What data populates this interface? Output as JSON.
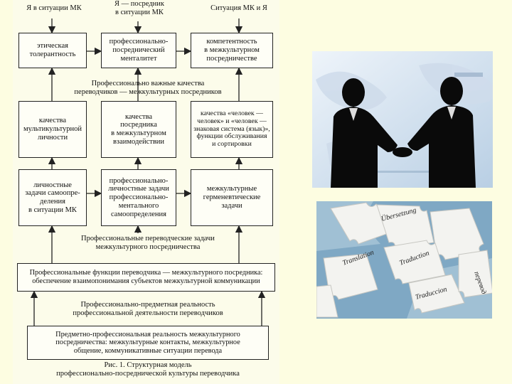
{
  "diagram": {
    "col_headers": [
      "Я в ситуации МК",
      "Я — посредник\nв ситуации МК",
      "Ситуация МК и Я"
    ],
    "row1": [
      "этическая\nтолерантность",
      "профессионально-\nпосреднический\nменталитет",
      "компетентность\nв межкультурном\nпосредничестве"
    ],
    "label1": "Профессионально важные качества\nпереводчиков — межкультурных посредников",
    "row2": [
      "качества\nмультикультурной\nличности",
      "качества\nпосредника\nв межкультурном\nвзаимодействии",
      "качества «человек —\nчеловек» и «человек —\nзнаковая система (язык)»,\nфункции обслуживания\nи сортировки"
    ],
    "row3": [
      "личностные\nзадачи самоопре-\nделения\nв ситуации МК",
      "профессионально-\nличностные задачи\nпрофессионально-\nментального\nсамоопределения",
      "межкультурные\nгерменевтические\nзадачи"
    ],
    "label2": "Профессиональные переводческие задачи\nмежкультурного посредничества",
    "functions_box": "Профессиональные функции переводчика — межкультурного посредника:\nобеспечение взаимопонимания субъектов межкультурной коммуникации",
    "label3": "Профессионально-предметная реальность\nпрофессиональной деятельности переводчиков",
    "reality_box": "Предметно-профессиональная реальность межкультурного\nпосредничества: межкультурные контакты, межкультурное\nобщение, коммуникативные ситуации перевода",
    "caption": "Рис. 1. Структурная модель\nпрофессионально-посреднической культуры переводчика"
  },
  "puzzle_words": [
    "Translation",
    "Traduccion",
    "Traduction",
    "Übersetzung",
    "перевод"
  ],
  "colors": {
    "page_bg": "#fdfde1",
    "diagram_bg": "#fcfcea",
    "line": "#222222"
  }
}
